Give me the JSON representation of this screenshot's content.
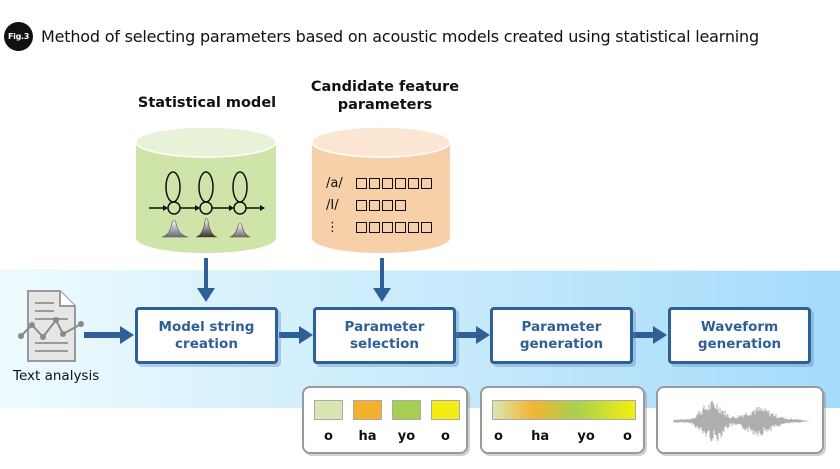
{
  "figure": {
    "badge": "Fig.3",
    "title": "Method of selecting parameters based on acoustic models created using statistical learning"
  },
  "statistical_model": {
    "label": "Statistical model",
    "color": "#cfe4a8"
  },
  "candidate_parameters": {
    "label_line1": "Candidate feature",
    "label_line2": "parameters",
    "color": "#f7d0a9",
    "rows": [
      {
        "phoneme": "/a/",
        "box_count": 6
      },
      {
        "phoneme": "/I/",
        "box_count": 4
      },
      {
        "phoneme": "⋮",
        "box_count": 6
      }
    ]
  },
  "text_analysis": {
    "label": "Text analysis"
  },
  "pipeline": {
    "accent_color": "#2e5f96",
    "steps": [
      {
        "line1": "Model string",
        "line2": "creation"
      },
      {
        "line1": "Parameter",
        "line2": "selection"
      },
      {
        "line1": "Parameter",
        "line2": "generation"
      },
      {
        "line1": "Waveform",
        "line2": "generation"
      }
    ]
  },
  "callouts": {
    "selection": {
      "swatches": [
        {
          "syllable": "o",
          "color": "#d8e6b4"
        },
        {
          "syllable": "ha",
          "color": "#f4b12e"
        },
        {
          "syllable": "yo",
          "color": "#a7cf52"
        },
        {
          "syllable": "o",
          "color": "#f5ec13"
        }
      ]
    },
    "generation": {
      "syllables": [
        "o",
        "ha",
        "yo",
        "o"
      ]
    },
    "waveform": {
      "description": "speech waveform"
    }
  }
}
